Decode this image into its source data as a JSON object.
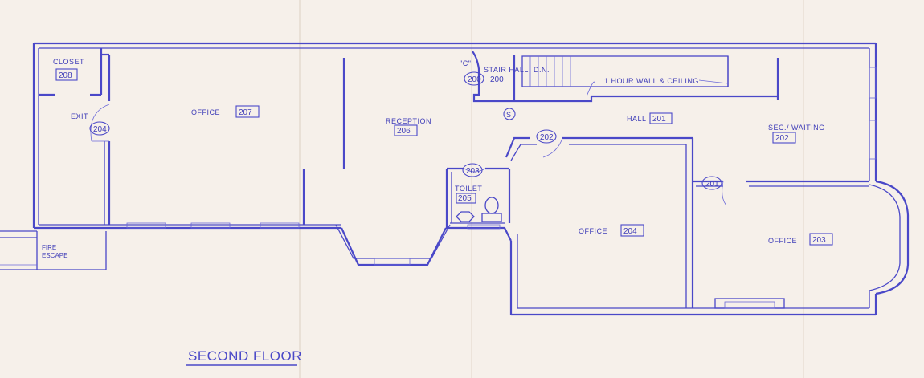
{
  "drawing_title": "SECOND FLOOR",
  "rooms": [
    {
      "id": "closet",
      "label": "CLOSET",
      "number": "208"
    },
    {
      "id": "office-207",
      "label": "OFFICE",
      "number": "207"
    },
    {
      "id": "reception",
      "label": "RECEPTION",
      "number": "206"
    },
    {
      "id": "stair-hall",
      "label": "STAIR HALL",
      "number": "200"
    },
    {
      "id": "hall",
      "label": "HALL",
      "number": "201"
    },
    {
      "id": "sec-waiting",
      "label": "SEC./ WAITING",
      "number": "202"
    },
    {
      "id": "toilet",
      "label": "TOILET",
      "number": "205"
    },
    {
      "id": "office-204",
      "label": "OFFICE",
      "number": "204"
    },
    {
      "id": "office-203",
      "label": "OFFICE",
      "number": "203"
    },
    {
      "id": "fire-escape",
      "label": "FIRE ESCAPE",
      "number": ""
    }
  ],
  "door_tags": [
    "204",
    "200",
    "203",
    "202",
    "201"
  ],
  "annotations": {
    "exit": "EXIT",
    "down": "D.N.",
    "fire_rating": "1 HOUR WALL & CEILING",
    "stair_mark": "\"C\"",
    "smoke_symbol": "S"
  }
}
